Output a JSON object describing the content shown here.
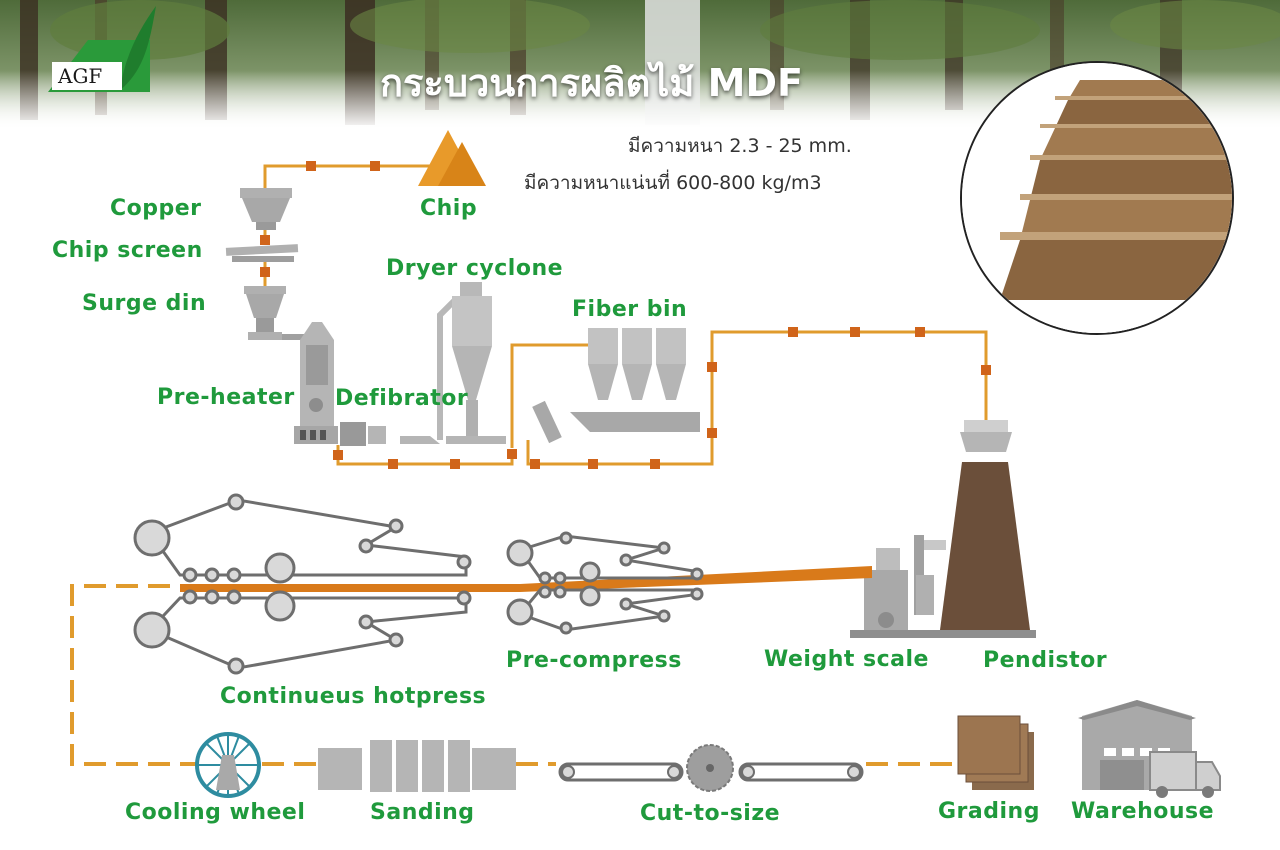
{
  "header": {
    "logo_text": "AGF",
    "title": "กระบวนการผลิตไม้ MDF"
  },
  "specs": {
    "thickness": "มีความหนา 2.3 - 25 mm.",
    "density": "มีความหนาแน่นที่ 600-800 kg/m3"
  },
  "labels": {
    "chip": "Chip",
    "copper": "Copper",
    "chip_screen": "Chip screen",
    "surge_din": "Surge din",
    "dryer_cyclone": "Dryer cyclone",
    "fiber_bin": "Fiber bin",
    "pre_heater": "Pre-heater",
    "defibrator": "Defibrator",
    "continuous_hotpress": "Continueus hotpress",
    "pre_compress": "Pre-compress",
    "weight_scale": "Weight scale",
    "pendistor": "Pendistor",
    "cooling_wheel": "Cooling wheel",
    "sanding": "Sanding",
    "cut_to_size": "Cut-to-size",
    "grading": "Grading",
    "warehouse": "Warehouse"
  },
  "colors": {
    "label_green": "#1f9a3c",
    "pipe_orange": "#e09b2d",
    "connector": "#d0641a",
    "machine_gray": "#a9a9a9",
    "pendistor_brown": "#6b4f3a",
    "mdf_brown": "#9a7550",
    "board_orange": "#d97a1a"
  }
}
